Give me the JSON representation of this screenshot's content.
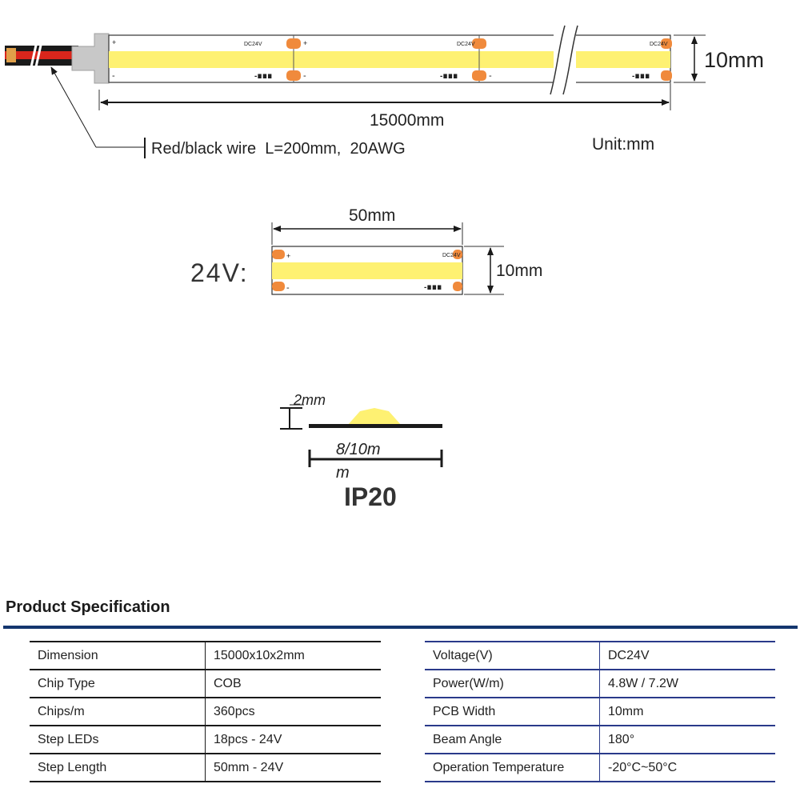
{
  "diagram": {
    "strip_voltage_mark": "DC24V",
    "plus_sign": "+",
    "minus_sign": "-",
    "cut_mark": "-∎∎∎",
    "width_label": "10mm",
    "length_label": "15000mm",
    "wire_label": "Red/black wire  L=200mm,  20AWG",
    "unit_label": "Unit:mm",
    "segment_length_label": "50mm",
    "segment_voltage_label": "24V:",
    "segment_width_label": "10mm",
    "thickness_label": "2mm",
    "cross_width_label_1": "8/10m",
    "cross_width_label_2": "m",
    "ip_rating": "IP20",
    "colors": {
      "led_yellow": "#fef172",
      "pad_orange": "#f08a3c",
      "wire_red": "#d9261c",
      "wire_black": "#1a1a1a",
      "connector_gray": "#c8c8c8"
    }
  },
  "spec": {
    "title": "Product Specification",
    "left": [
      {
        "label": "Dimension",
        "value": "15000x10x2mm"
      },
      {
        "label": "Chip Type",
        "value": "COB"
      },
      {
        "label": "Chips/m",
        "value": "360pcs"
      },
      {
        "label": "Step LEDs",
        "value": "18pcs - 24V"
      },
      {
        "label": "Step Length",
        "value": "50mm - 24V"
      }
    ],
    "right": [
      {
        "label": "Voltage(V)",
        "value": "DC24V"
      },
      {
        "label": "Power(W/m)",
        "value": "4.8W / 7.2W"
      },
      {
        "label": "PCB Width",
        "value": "10mm"
      },
      {
        "label": "Beam Angle",
        "value": "180°"
      },
      {
        "label": "Operation Temperature",
        "value": "-20°C~50°C"
      }
    ]
  }
}
